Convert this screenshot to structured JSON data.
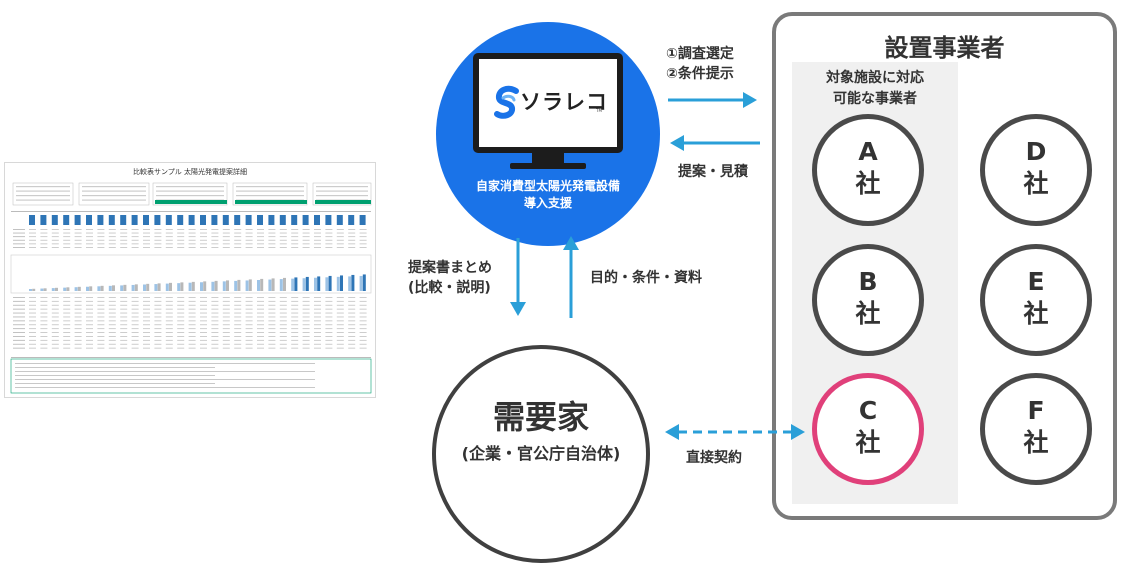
{
  "document": {
    "title": "比較表サンプル 太陽光発電提案詳細",
    "columns": 30,
    "colors": {
      "bar": "#2e75b6",
      "bar_light": "#9dc3e6",
      "accent": "#00a070"
    }
  },
  "platform": {
    "logo_text": "ソラレコ",
    "trademark": "TM",
    "caption_line1": "自家消費型太陽光発電設備",
    "caption_line2": "導入支援",
    "color": "#1a73e8"
  },
  "flows": {
    "to_operators_line1": "①調査選定",
    "to_operators_line2": "②条件提示",
    "from_operators": "提案・見積",
    "to_customer_line1": "提案書まとめ",
    "to_customer_line2": "(比較・説明)",
    "from_customer": "目的・条件・資料",
    "direct_contract": "直接契約",
    "arrow_color": "#2a9fd8"
  },
  "customer": {
    "title": "需要家",
    "subtitle": "(企業・官公庁自治体)"
  },
  "operators": {
    "title": "設置事業者",
    "subgroup_line1": "対象施設に対応",
    "subgroup_line2": "可能な事業者",
    "highlight_color": "#e0407a",
    "companies": [
      {
        "letter": "A",
        "suffix": "社"
      },
      {
        "letter": "B",
        "suffix": "社"
      },
      {
        "letter": "C",
        "suffix": "社"
      },
      {
        "letter": "D",
        "suffix": "社"
      },
      {
        "letter": "E",
        "suffix": "社"
      },
      {
        "letter": "F",
        "suffix": "社"
      }
    ]
  }
}
